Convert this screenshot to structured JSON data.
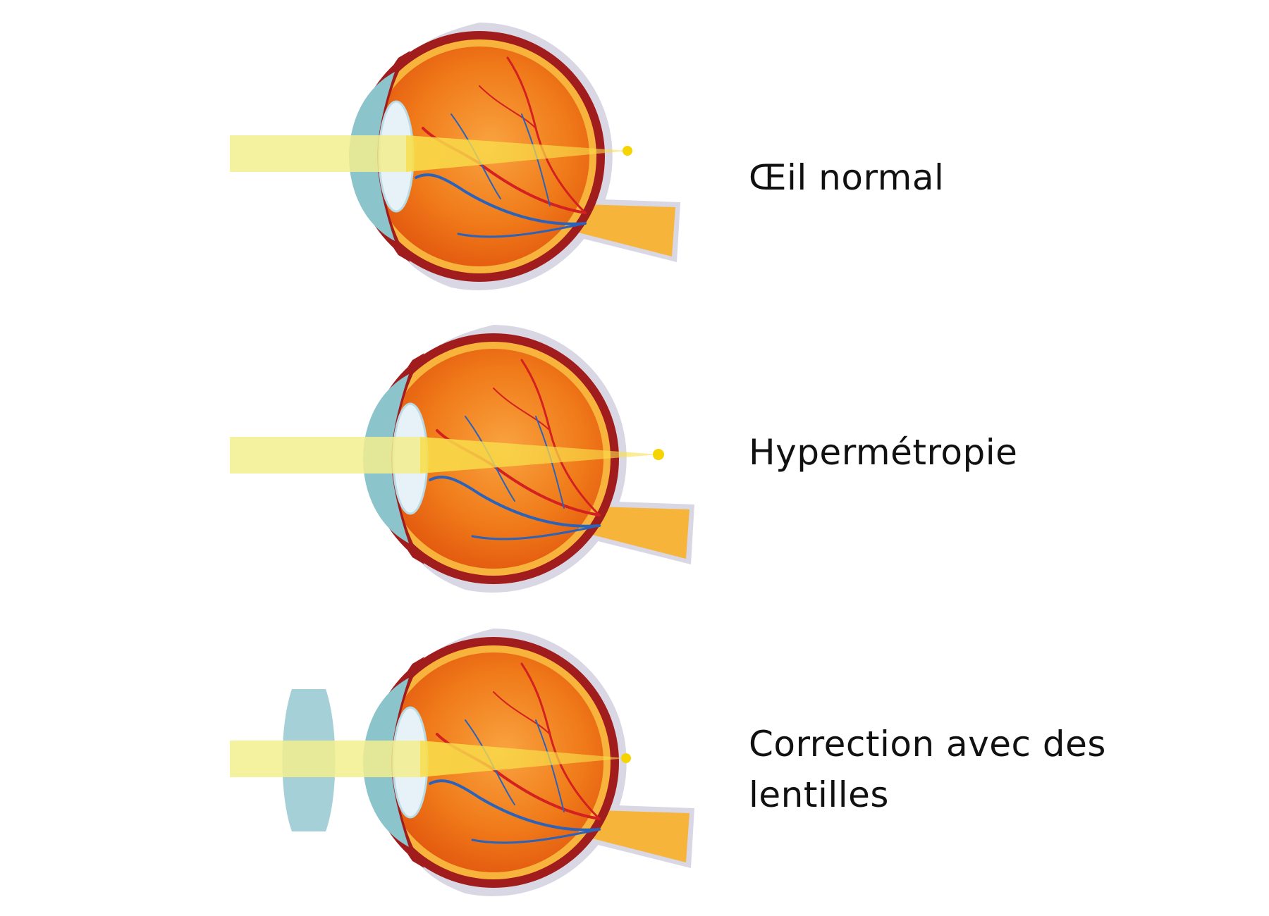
{
  "labels": {
    "normal": "Œil normal",
    "hyperopia": "Hypermétropie",
    "correction_line1": "Correction avec des",
    "correction_line2": "lentilles"
  },
  "colors": {
    "sclera_outline": "#d9d7e4",
    "eye_wall": "#a11c1c",
    "retina_band": "#f7b33c",
    "vitreous": "#f07a19",
    "cornea": "#8cc4cc",
    "lens": "#e6f2f7",
    "light_beam": "#f2ef8e",
    "focus_point": "#f5d400",
    "artery": "#d32020",
    "vein": "#2c63b8",
    "optic_nerve": "#f6b53a",
    "corrective_lens": "#9ccbd3"
  },
  "icons": [
    "eye-cross-section-icon",
    "converging-lens-icon"
  ]
}
